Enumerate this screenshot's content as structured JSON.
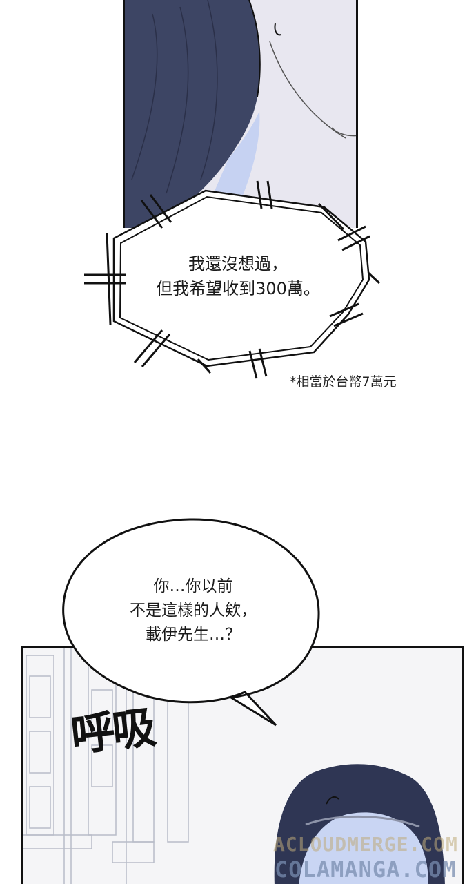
{
  "panels": {
    "top": {
      "description_icon": "hair-closeup-panel"
    },
    "bottom": {
      "description_icon": "girl-in-room-panel"
    }
  },
  "thought_bubble": {
    "line1": "我還沒想過，",
    "line2": "但我希望收到300萬。"
  },
  "footnote": "*相當於台幣7萬元",
  "speech_bubble": {
    "line1": "你…你以前",
    "line2": "不是這樣的人欸，",
    "line3": "載伊先生…？"
  },
  "sfx": "呼吸",
  "watermarks": {
    "line1": "ACLOUDMERGE.COM",
    "line2": "COLAMANGA.COM"
  },
  "colors": {
    "panel_lavender": "#e6e5ee",
    "hair_navy": "#3a4260",
    "skin_blue": "#c8d4f0",
    "ink": "#111111"
  }
}
